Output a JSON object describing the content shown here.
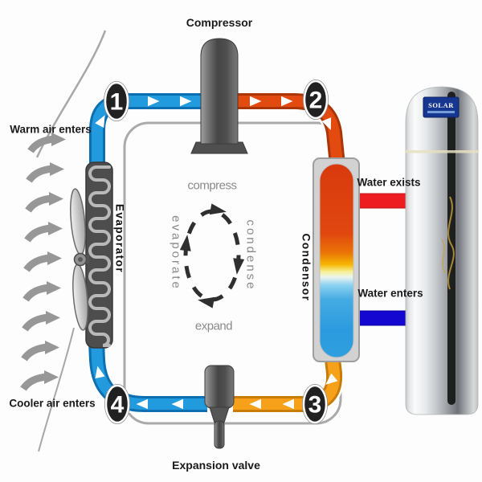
{
  "components": {
    "compressor": {
      "label": "Compressor"
    },
    "evaporator": {
      "label": "Evaporator"
    },
    "condensor": {
      "label": "Condensor"
    },
    "expansion_valve": {
      "label": "Expansion valve"
    },
    "tank": {
      "brand": "SOLAR"
    }
  },
  "flows": {
    "warm_air": "Warm air enters",
    "cooler_air": "Cooler air enters",
    "water_out": "Water exists",
    "water_in": "Water enters"
  },
  "cycle": {
    "top": "compress",
    "right": "condense",
    "bottom": "expand",
    "left": "evaporate"
  },
  "stations": [
    "1",
    "2",
    "3",
    "4"
  ],
  "colors": {
    "cold_pipe": "#229ade",
    "hot_pipe": "#e24a10",
    "warm_pipe": "#f7a11b",
    "hot_water": "#ec1c20",
    "cold_water": "#1407d0"
  }
}
